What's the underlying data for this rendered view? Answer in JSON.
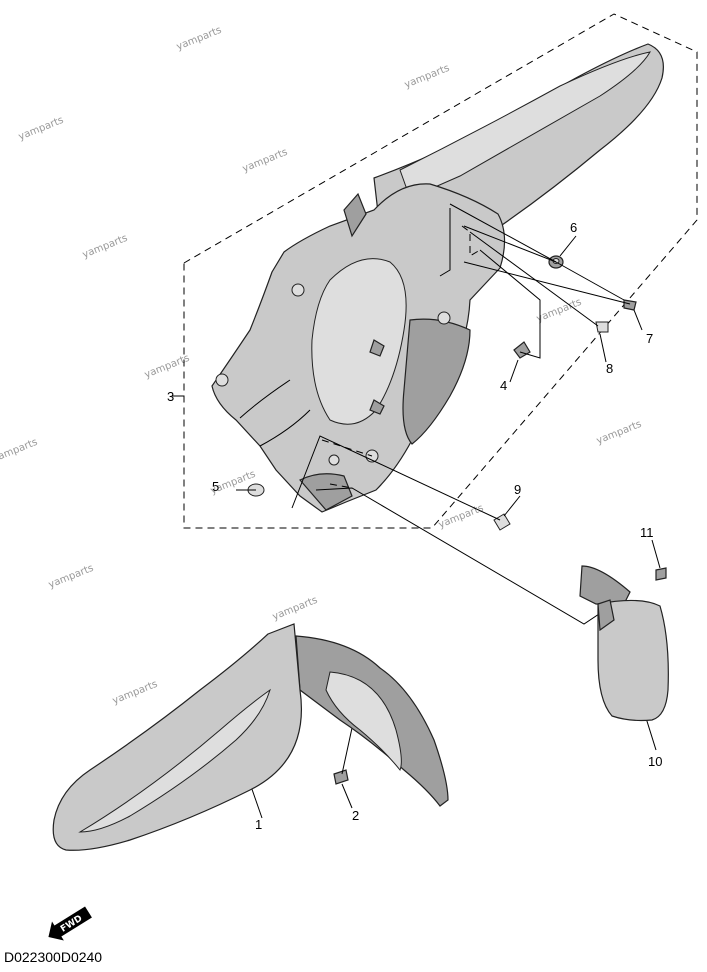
{
  "watermark": "yamparts",
  "diagram_code": "D022300D0240",
  "fwd_label": "FWD",
  "callouts": [
    "1",
    "2",
    "3",
    "4",
    "5",
    "6",
    "7",
    "8",
    "9",
    "10",
    "11"
  ]
}
